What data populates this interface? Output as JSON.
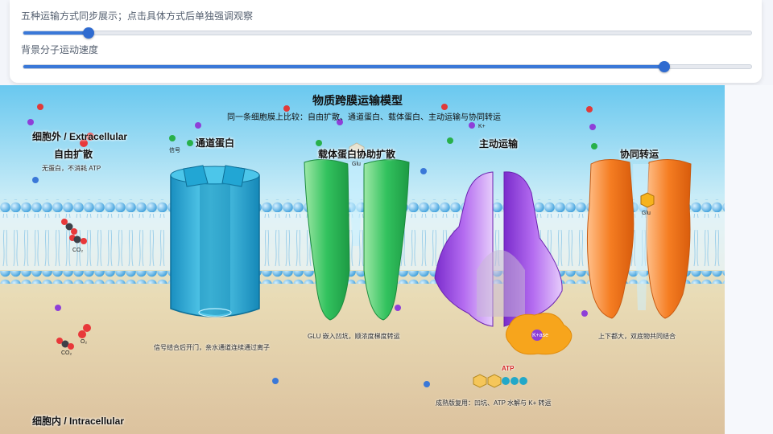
{
  "controls": {
    "mode_label": "五种运输方式同步展示；点击具体方式后单独强调观察",
    "mode_slider_fraction": 0.09,
    "speed_label": "背景分子运动速度",
    "speed_slider_fraction": 0.88,
    "accent_color": "#3a78d8"
  },
  "scene": {
    "title": "物质跨膜运输模型",
    "subtitle": "同一条细胞膜上比较：自由扩散、通道蛋白、载体蛋白、主动运输与协同转运",
    "outside_label": "细胞外 / Extracellular",
    "inside_label": "细胞内 / Intracellular"
  },
  "mechanisms": {
    "free_diffusion": {
      "title": "自由扩散",
      "note": "无蛋白，不消耗 ATP",
      "o2": "O₂",
      "co2": "CO₂"
    },
    "channel": {
      "title": "通道蛋白",
      "note": "信号结合后开门，亲水通道连续通过离子",
      "signal": "信号"
    },
    "carrier": {
      "title": "载体蛋白协助扩散",
      "note": "GLU 嵌入凹坑，顺浓度梯度转运",
      "glu": "Glu"
    },
    "active": {
      "title": "主动运输",
      "note": "成熟版复用：凹坑、ATP 水解与 K+ 转运",
      "atp": "ATP",
      "k_ion": "K+",
      "kase": "K+ase"
    },
    "cotransport": {
      "title": "协同转运",
      "note": "上下都大，双底物共同结合",
      "glu": "Glu"
    }
  },
  "colors": {
    "sky": "#7fd0f2",
    "cytoplasm": "#e2cfa6",
    "lipid_head": "#5eb6e8",
    "channel": "#2bb0d8",
    "carrier": "#2fbf5a",
    "pump": "#9b4fe0",
    "cotransporter": "#f07a22",
    "atpase": "#f5a21a"
  }
}
